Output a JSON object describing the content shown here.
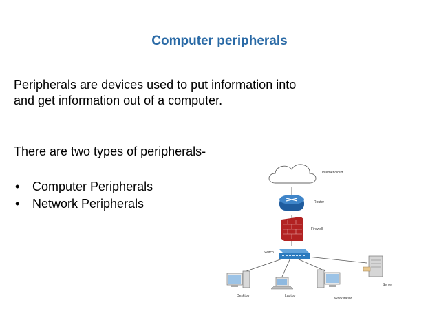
{
  "slide": {
    "title": "Computer peripherals",
    "paragraph1": "Peripherals are devices used to put information into and get information out of a computer.",
    "paragraph2": "There are two types of peripherals-",
    "bullets": [
      {
        "symbol": "•",
        "label": "Computer Peripherals"
      },
      {
        "symbol": "•",
        "label": "Network Peripherals"
      }
    ]
  },
  "diagram": {
    "labels": {
      "cloud": "Internet cloud",
      "router": "Router",
      "firewall": "Firewall",
      "switch": "Switch",
      "desktop": "Desktop",
      "laptop": "Laptop",
      "workstation": "Workstation",
      "server": "Server"
    }
  },
  "colors": {
    "title": "#2a6aa6",
    "router": "#1f5c9e",
    "firewall": "#b22222",
    "switch": "#2c7bbf"
  }
}
